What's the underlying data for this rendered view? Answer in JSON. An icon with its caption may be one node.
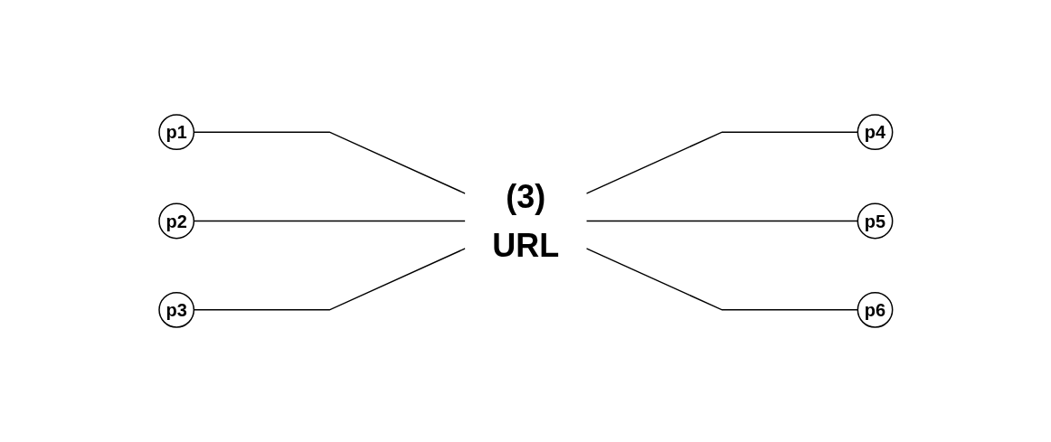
{
  "diagram": {
    "nodes": [
      {
        "text": [
          "p1"
        ]
      },
      {
        "text": [
          "p2"
        ]
      },
      {
        "text": [
          "p3"
        ]
      },
      {
        "text": [
          "(3)",
          "URL"
        ]
      },
      {
        "text": [
          "p4"
        ]
      },
      {
        "text": [
          "p5"
        ]
      },
      {
        "text": [
          "p6"
        ]
      }
    ],
    "edges": [
      {
        "from": 0,
        "to": 3,
        "arrow": "none"
      },
      {
        "from": 1,
        "to": 3,
        "arrow": "none"
      },
      {
        "from": 2,
        "to": 3,
        "arrow": "none"
      },
      {
        "from": 3,
        "to": 4,
        "arrow": "none"
      },
      {
        "from": 3,
        "to": 5,
        "arrow": "none"
      },
      {
        "from": 3,
        "to": 6,
        "arrow": "none"
      }
    ]
  }
}
